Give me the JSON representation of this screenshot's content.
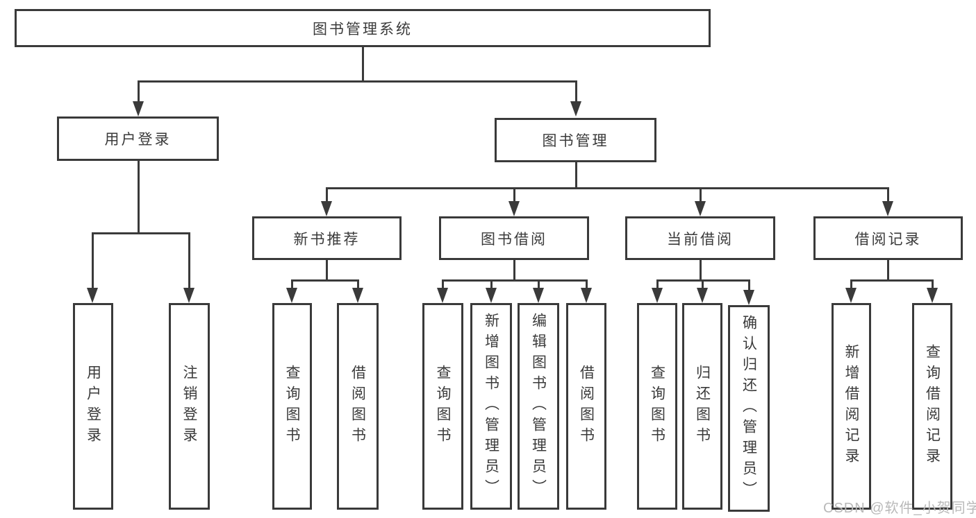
{
  "colors": {
    "background": "#ffffff",
    "line": "#3a3a3a",
    "text": "#3a3a3a",
    "watermark": "#b9b9b9"
  },
  "tree": {
    "label": "图书管理系统",
    "children": [
      {
        "label": "用户登录",
        "children": [
          {
            "label": "用户登录"
          },
          {
            "label": "注销登录"
          }
        ]
      },
      {
        "label": "图书管理",
        "children": [
          {
            "label": "新书推荐",
            "children": [
              {
                "label": "查询图书"
              },
              {
                "label": "借阅图书"
              }
            ]
          },
          {
            "label": "图书借阅",
            "children": [
              {
                "label": "查询图书"
              },
              {
                "label": "新增图书（管理员）"
              },
              {
                "label": "编辑图书（管理员）"
              },
              {
                "label": "借阅图书"
              }
            ]
          },
          {
            "label": "当前借阅",
            "children": [
              {
                "label": "查询图书"
              },
              {
                "label": "归还图书"
              },
              {
                "label": "确认归还（管理员）"
              }
            ]
          },
          {
            "label": "借阅记录",
            "children": [
              {
                "label": "新增借阅记录"
              },
              {
                "label": "查询借阅记录"
              }
            ]
          }
        ]
      }
    ]
  },
  "watermark": {
    "text": "CSDN @软件_小贺同学"
  }
}
